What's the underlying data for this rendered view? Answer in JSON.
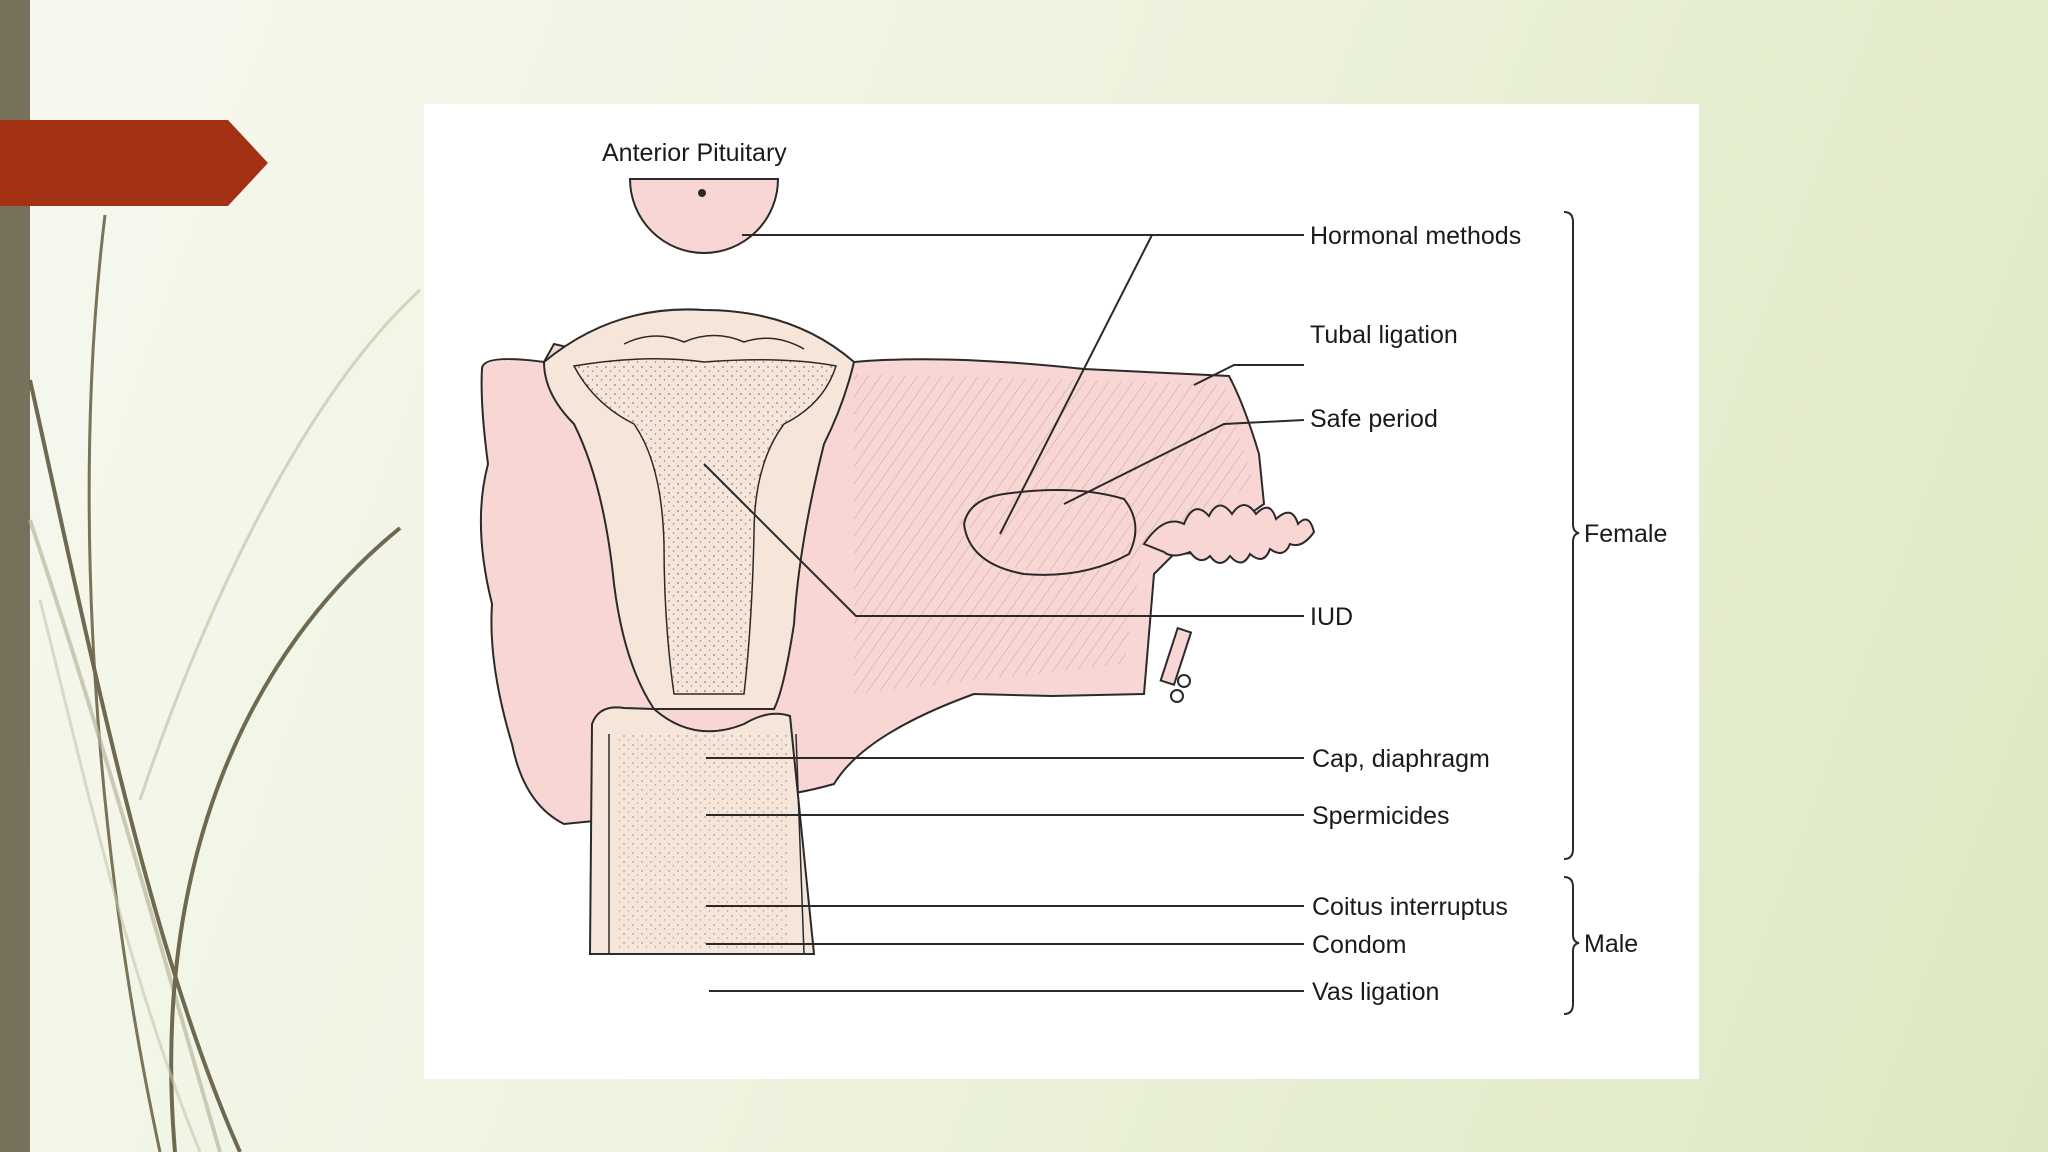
{
  "colors": {
    "accent": "#a33214",
    "left_bar": "#77705a",
    "tissue": "#f8d6d4",
    "tissue_light": "#f6e6da",
    "line": "#2a2a2a"
  },
  "diagram": {
    "top_label": "Anterior Pituitary",
    "methods": {
      "hormonal": "Hormonal methods",
      "tubal": "Tubal ligation",
      "safe": "Safe period",
      "iud": "IUD",
      "cap": "Cap, diaphragm",
      "spermicides": "Spermicides",
      "coitus": "Coitus interruptus",
      "condom": "Condom",
      "vas": "Vas ligation"
    },
    "groups": {
      "female": "Female",
      "male": "Male"
    }
  }
}
